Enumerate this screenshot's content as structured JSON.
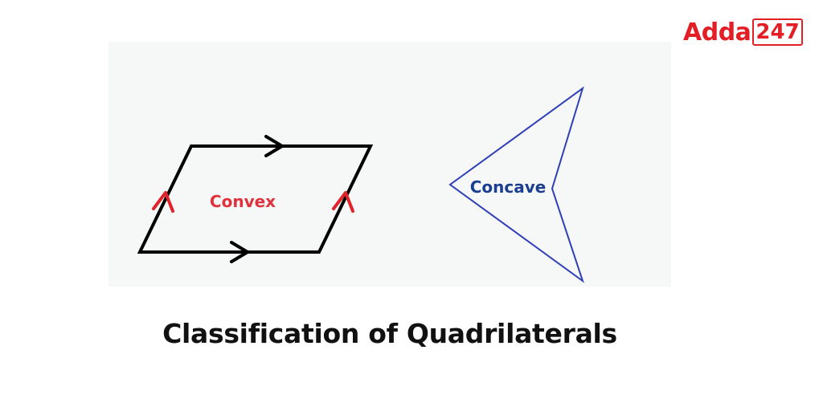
{
  "logo": {
    "brand_word": "Adda",
    "brand_number": "247"
  },
  "figure": {
    "convex": {
      "label": "Convex",
      "outline_color": "#000000",
      "label_color": "#e0323c",
      "parallel_mark_color": "#e0222a"
    },
    "concave": {
      "label": "Concave",
      "outline_color": "#2f3fb8",
      "label_color": "#1b3f8f"
    }
  },
  "caption": {
    "text": "Classification of Quadrilaterals"
  },
  "colors": {
    "brand_red": "#e31e25",
    "panel_background": "#f6f7f7"
  }
}
